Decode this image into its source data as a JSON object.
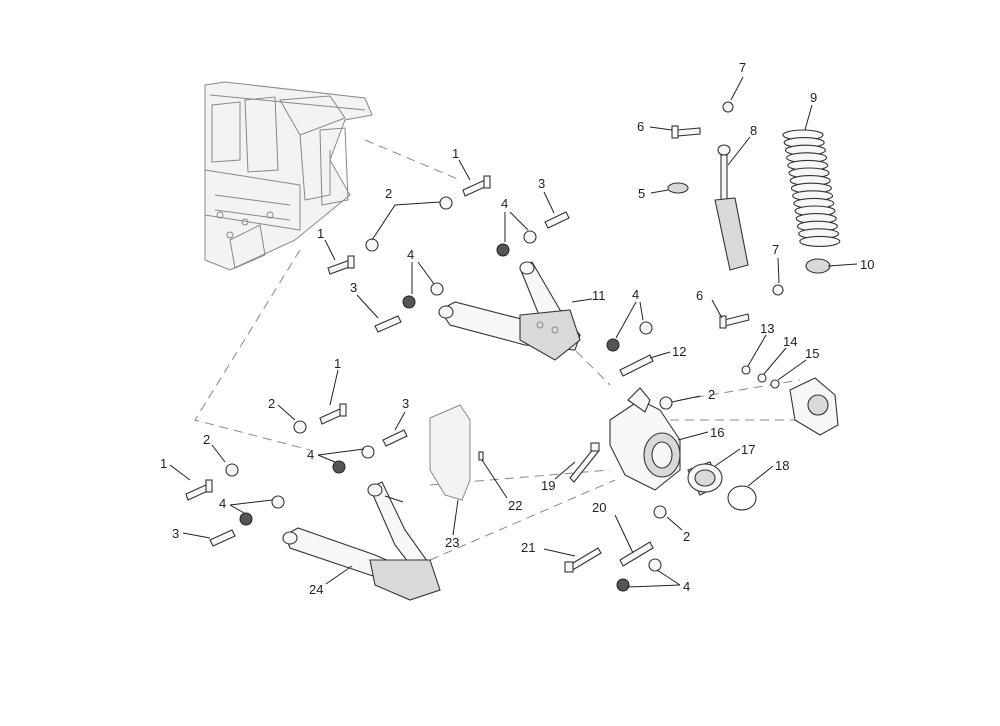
{
  "callouts": [
    {
      "id": "c1a",
      "text": "1"
    },
    {
      "id": "c1b",
      "text": "1"
    },
    {
      "id": "c1c",
      "text": "1"
    },
    {
      "id": "c1d",
      "text": "1"
    },
    {
      "id": "c2a",
      "text": "2"
    },
    {
      "id": "c2b",
      "text": "2"
    },
    {
      "id": "c2c",
      "text": "2"
    },
    {
      "id": "c2d",
      "text": "2"
    },
    {
      "id": "c2e",
      "text": "2"
    },
    {
      "id": "c3a",
      "text": "3"
    },
    {
      "id": "c3b",
      "text": "3"
    },
    {
      "id": "c3c",
      "text": "3"
    },
    {
      "id": "c3d",
      "text": "3"
    },
    {
      "id": "c4a",
      "text": "4"
    },
    {
      "id": "c4b",
      "text": "4"
    },
    {
      "id": "c4c",
      "text": "4"
    },
    {
      "id": "c4d",
      "text": "4"
    },
    {
      "id": "c4e",
      "text": "4"
    },
    {
      "id": "c4f",
      "text": "4"
    },
    {
      "id": "c5",
      "text": "5"
    },
    {
      "id": "c6a",
      "text": "6"
    },
    {
      "id": "c6b",
      "text": "6"
    },
    {
      "id": "c7a",
      "text": "7"
    },
    {
      "id": "c7b",
      "text": "7"
    },
    {
      "id": "c8",
      "text": "8"
    },
    {
      "id": "c9",
      "text": "9"
    },
    {
      "id": "c10",
      "text": "10"
    },
    {
      "id": "c11",
      "text": "11"
    },
    {
      "id": "c12",
      "text": "12"
    },
    {
      "id": "c13",
      "text": "13"
    },
    {
      "id": "c14",
      "text": "14"
    },
    {
      "id": "c15",
      "text": "15"
    },
    {
      "id": "c16",
      "text": "16"
    },
    {
      "id": "c17",
      "text": "17"
    },
    {
      "id": "c18",
      "text": "18"
    },
    {
      "id": "c19",
      "text": "19"
    },
    {
      "id": "c20",
      "text": "20"
    },
    {
      "id": "c21",
      "text": "21"
    },
    {
      "id": "c22",
      "text": "22"
    },
    {
      "id": "c23",
      "text": "23"
    },
    {
      "id": "c24",
      "text": "24"
    }
  ]
}
